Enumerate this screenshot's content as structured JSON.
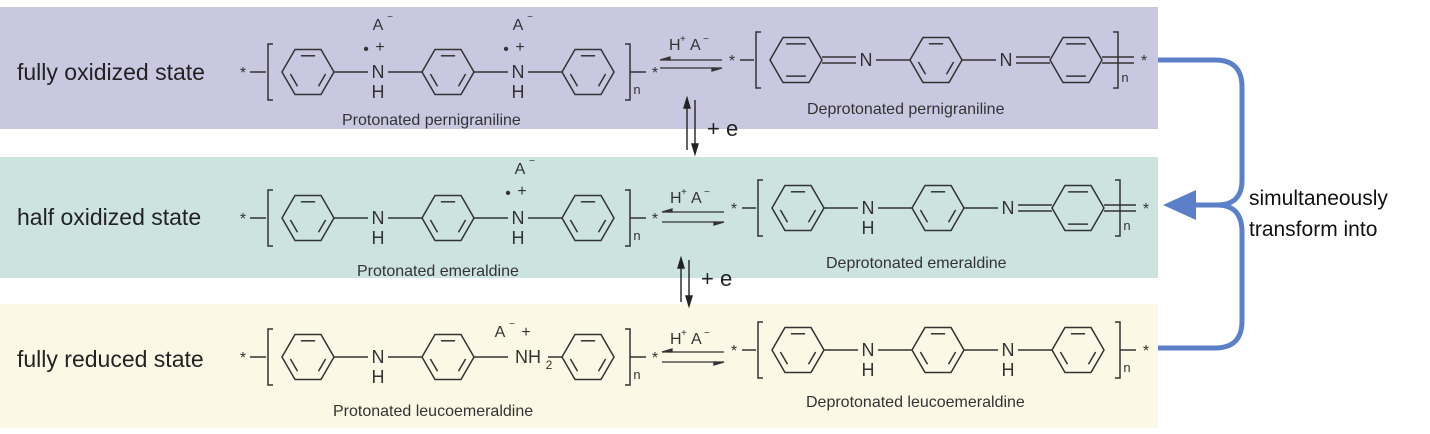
{
  "bands": [
    {
      "state_label": "fully oxidized state",
      "left_name": "Protonated pernigraniline",
      "right_name": "Deprotonated pernigraniline",
      "reagent_top": "H",
      "reagent_sup": "+",
      "reagent_anion": "A",
      "anion_sup": "−",
      "color": "#c9c8e0"
    },
    {
      "state_label": "half oxidized state",
      "left_name": "Protonated emeraldine",
      "right_name": "Deprotonated emeraldine",
      "reagent_top": "H",
      "reagent_sup": "+",
      "reagent_anion": "A",
      "anion_sup": "−",
      "color": "#cde3df"
    },
    {
      "state_label": "fully reduced state",
      "left_name": "Protonated leucoemeraldine",
      "right_name": "Deprotonated leucoemeraldine",
      "reagent_top": "H",
      "reagent_sup": "+",
      "reagent_anion": "A",
      "anion_sup": "−",
      "color": "#fbf8e6"
    }
  ],
  "atoms": {
    "N": "N",
    "H": "H",
    "NH": "NH",
    "sub2": "2",
    "n": "n",
    "star": "*",
    "plus": "+",
    "dot": "•",
    "anion": "A",
    "minus": "−"
  },
  "redox_labels": [
    "+ e",
    "+ e"
  ],
  "side_note": [
    "simultaneously",
    "transform into"
  ],
  "colors": {
    "ink": "#333333",
    "arrow_blue": "#5b80c9"
  }
}
